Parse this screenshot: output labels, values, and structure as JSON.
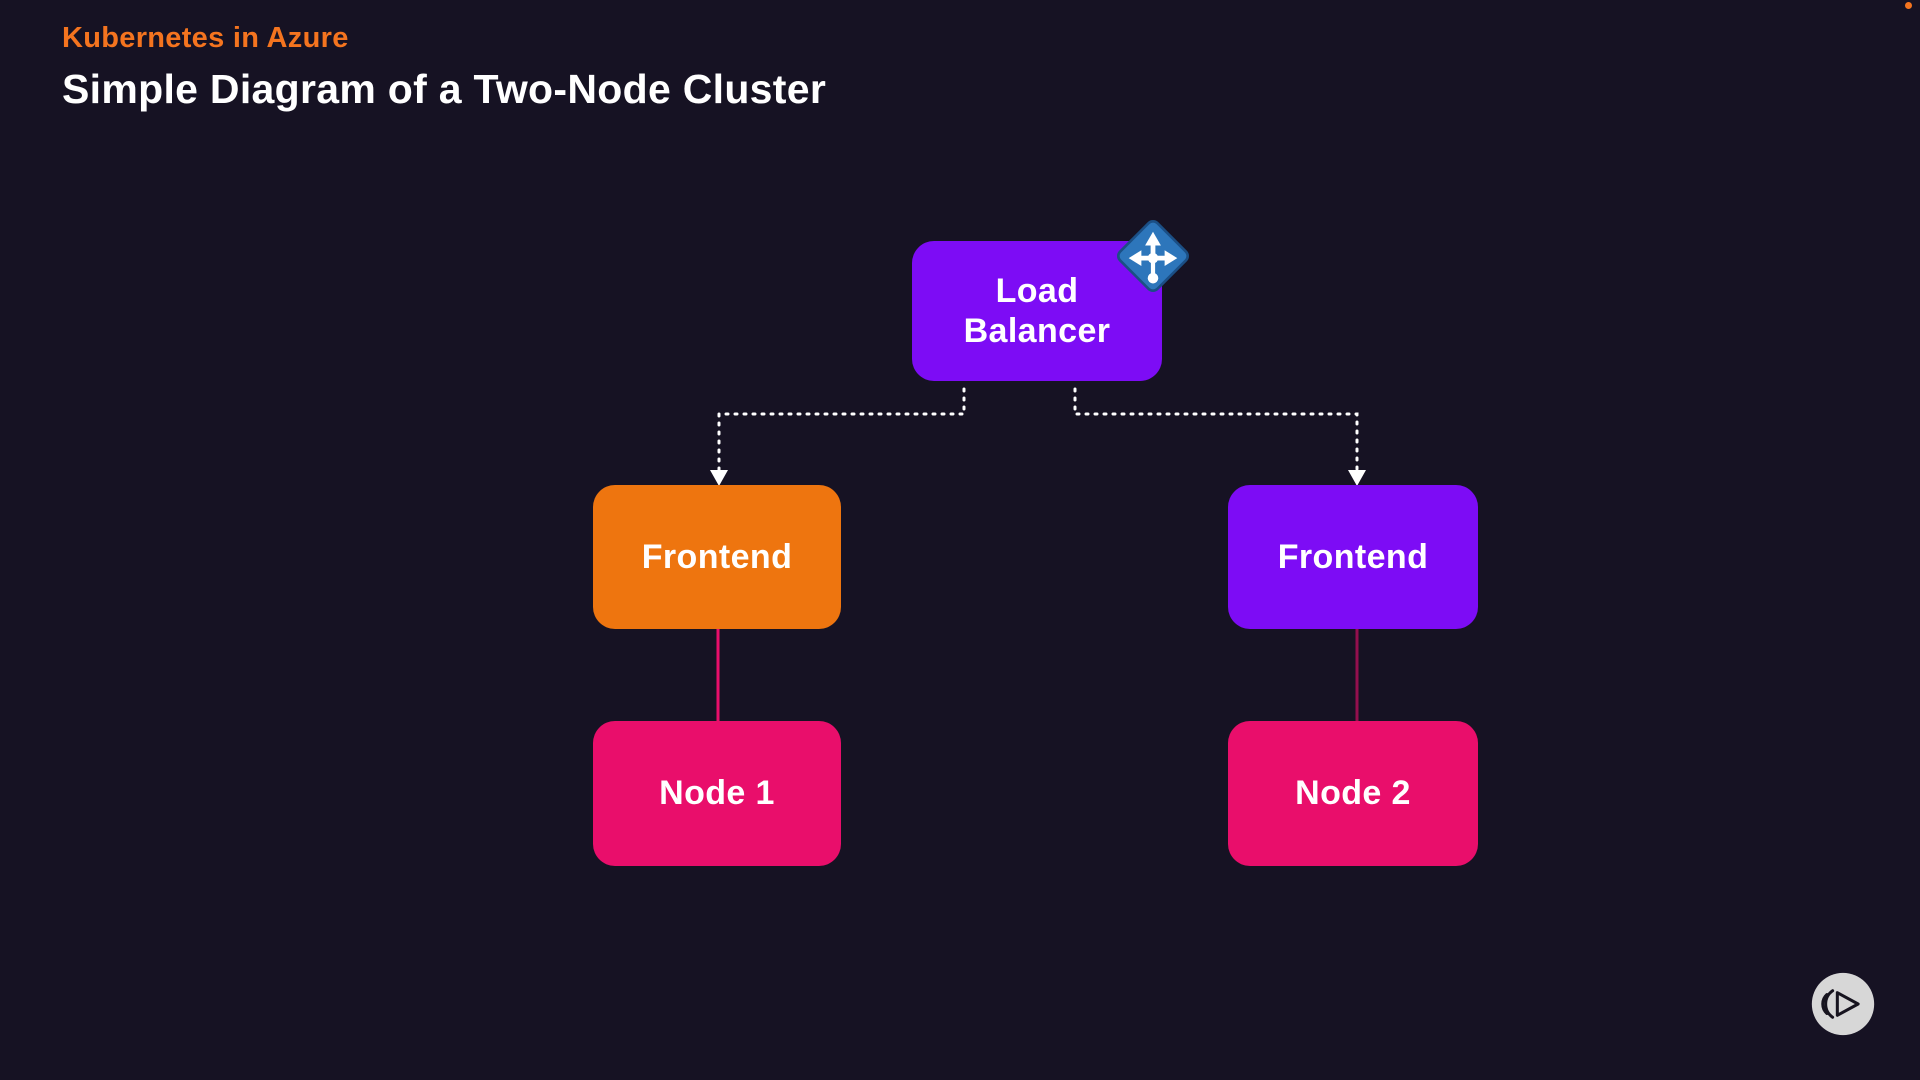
{
  "slide": {
    "eyebrow": "Kubernetes in Azure",
    "title": "Simple Diagram of a Two-Node Cluster"
  },
  "diagram": {
    "load_balancer": {
      "label": "Load Balancer",
      "color": "#7d0cf5"
    },
    "frontend_left": {
      "label": "Frontend",
      "color": "#ee750f"
    },
    "frontend_right": {
      "label": "Frontend",
      "color": "#7d0cf5"
    },
    "node_1": {
      "label": "Node 1",
      "color": "#e90e6b"
    },
    "node_2": {
      "label": "Node 2",
      "color": "#e90e6b"
    }
  },
  "connections": [
    {
      "from": "Load Balancer",
      "to": "Frontend (left)",
      "style": "dotted-arrow"
    },
    {
      "from": "Load Balancer",
      "to": "Frontend (right)",
      "style": "dotted-arrow"
    },
    {
      "from": "Frontend (left)",
      "to": "Node 1",
      "style": "solid"
    },
    {
      "from": "Frontend (right)",
      "to": "Node 2",
      "style": "solid"
    }
  ],
  "colors": {
    "background": "#161223",
    "eyebrow_orange": "#f4741f",
    "title_white": "#ffffff",
    "dotted_connector": "#ffffff",
    "pink_connector": "#e90e6b",
    "azure_icon_blue": "#2d76bb",
    "azure_icon_border": "#1b4f85",
    "logo_circle_gray": "#d7d7d7"
  },
  "icons": {
    "azure_load_balancer": "azure-load-balancer-icon",
    "pluralsight": "pluralsight-logo"
  }
}
